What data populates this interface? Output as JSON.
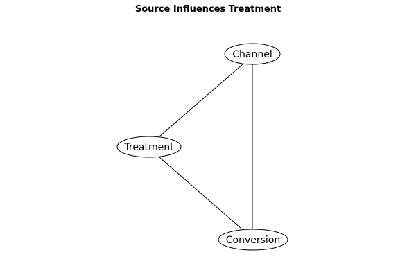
{
  "title": "Source Influences Treatment",
  "nodes": [
    {
      "id": "channel",
      "label": "Channel"
    },
    {
      "id": "treatment",
      "label": "Treatment"
    },
    {
      "id": "conversion",
      "label": "Conversion"
    }
  ],
  "edges": [
    {
      "from": "channel",
      "to": "treatment"
    },
    {
      "from": "channel",
      "to": "conversion"
    },
    {
      "from": "treatment",
      "to": "conversion"
    }
  ],
  "colors": {
    "stroke": "#000000",
    "fill": "#ffffff",
    "text": "#000000"
  }
}
